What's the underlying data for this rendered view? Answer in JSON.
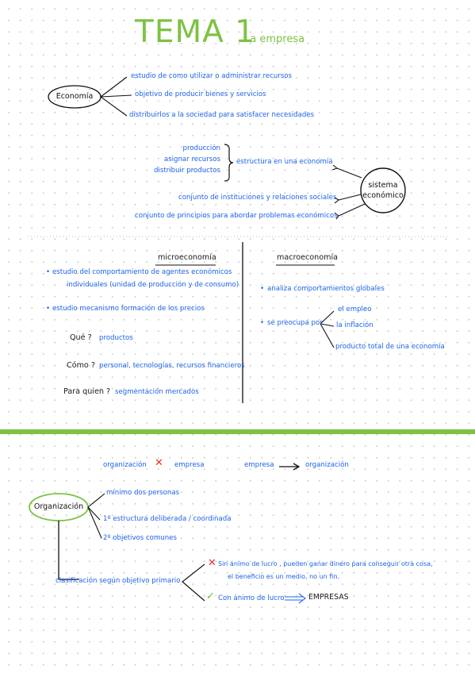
{
  "title": {
    "main": "TEMA 1",
    "sub": "La empresa"
  },
  "economia": {
    "label": "Economía",
    "items": [
      "estudio de como utilizar o administrar recursos",
      "objetivo de producir bienes y servicios",
      "distribuirlos a la sociedad para satisfacer necesidades"
    ]
  },
  "sistema": {
    "label_line1": "sistema",
    "label_line2": "económico",
    "brace_items": [
      "producción",
      "asignar recursos",
      "distribuir productos"
    ],
    "brace_result": "estructura en una economía",
    "items": [
      "conjunto de instituciones y relaciones sociales",
      "conjunto de principios para abordar problemas económicos"
    ]
  },
  "micro": {
    "heading": "microeconomía",
    "bullet1_line1": "estudio del comportamiento de agentes económicos",
    "bullet1_line2": "individuales (unidad de producción y de consumo)",
    "bullet2": "estudio mecanismo formación de los precios",
    "questions": [
      {
        "q": "Qué ?",
        "a": "productos"
      },
      {
        "q": "Cómo ?",
        "a": "personal, tecnologías, recursos financieros"
      },
      {
        "q": "Para quien ?",
        "a": "segmentación mercados"
      }
    ]
  },
  "macro": {
    "heading": "macroeconomía",
    "bullet1": "analiza comportamientos globales",
    "bullet2": "se preocupa por",
    "concerns": [
      "el empleo",
      "la inflación",
      "producto total de una economía"
    ]
  },
  "organizacion": {
    "compare_left_a": "organización",
    "compare_left_b": "empresa",
    "compare_right_a": "empresa",
    "compare_right_b": "organización",
    "label": "Organización",
    "items": [
      "mínimo dos personas",
      "1º estructura deliberada / coordinada",
      "2º objetivos comunes"
    ],
    "classification": "clasificación según objetivo primario",
    "no_profit_line1": "Sin ánimo de lucro , pueden ganar dinero para conseguir otra cosa,",
    "no_profit_line2": "el beneficio es un medio, no un fin.",
    "profit": "Con ánimo de lucro",
    "profit_result": "EMPRESAS"
  },
  "colors": {
    "accent_green": "#7dc242",
    "ink_blue": "#1d63e8",
    "ink_black": "#1a1a1a",
    "cross_red": "#e0342a"
  }
}
